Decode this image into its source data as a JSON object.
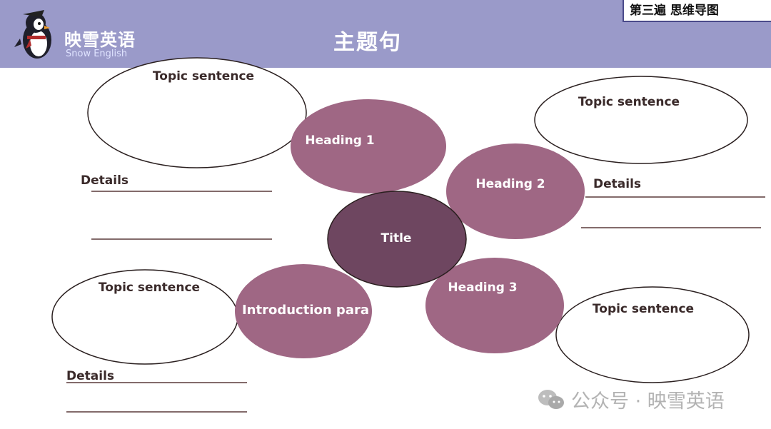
{
  "header": {
    "brand_cn": "映雪英语",
    "brand_en": "Snow English",
    "title": "主题句",
    "corner_tag": "第三遍 思维导图"
  },
  "diagram": {
    "center": "Title",
    "headings": {
      "h1": "Heading 1",
      "h2": "Heading 2",
      "h3": "Heading 3",
      "intro": "Introduction para"
    },
    "topic_sentence": "Topic sentence",
    "details": "Details"
  },
  "colors": {
    "header_bg": "#9a9ac9",
    "heading_fill": "#9f6784",
    "center_fill": "#6e4660",
    "text_dark": "#3a2a2a",
    "line": "#5a3a3a"
  },
  "watermark": {
    "text": "公众号 · 映雪英语",
    "icon": "wechat-icon"
  }
}
